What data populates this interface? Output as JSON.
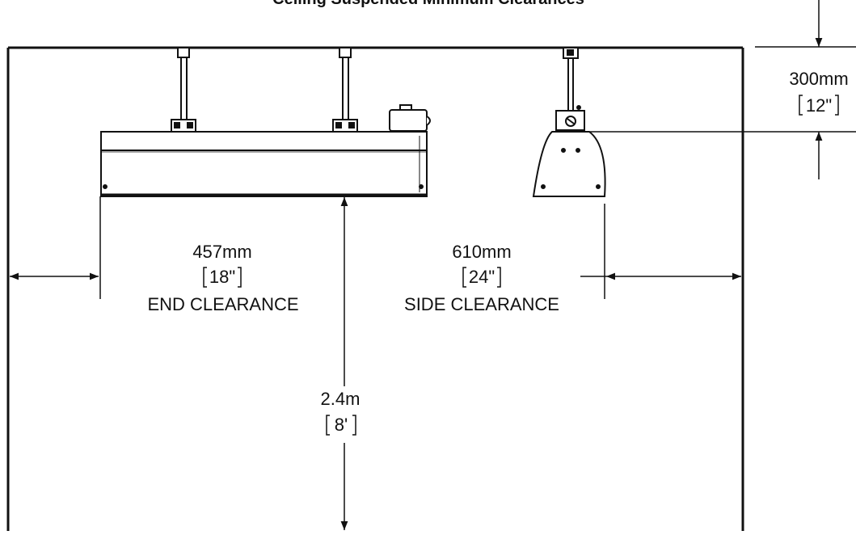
{
  "title": "Ceiling Suspended Minimum Clearances",
  "dimensions": {
    "top": {
      "metric": "300mm",
      "imperial": "12\""
    },
    "end": {
      "metric": "457mm",
      "imperial": "18\"",
      "caption": "END CLEARANCE"
    },
    "side": {
      "metric": "610mm",
      "imperial": "24\"",
      "caption": "SIDE CLEARANCE"
    },
    "floor": {
      "metric": "2.4m",
      "imperial": "8'"
    }
  },
  "colors": {
    "line": "#111111",
    "background": "#ffffff"
  }
}
